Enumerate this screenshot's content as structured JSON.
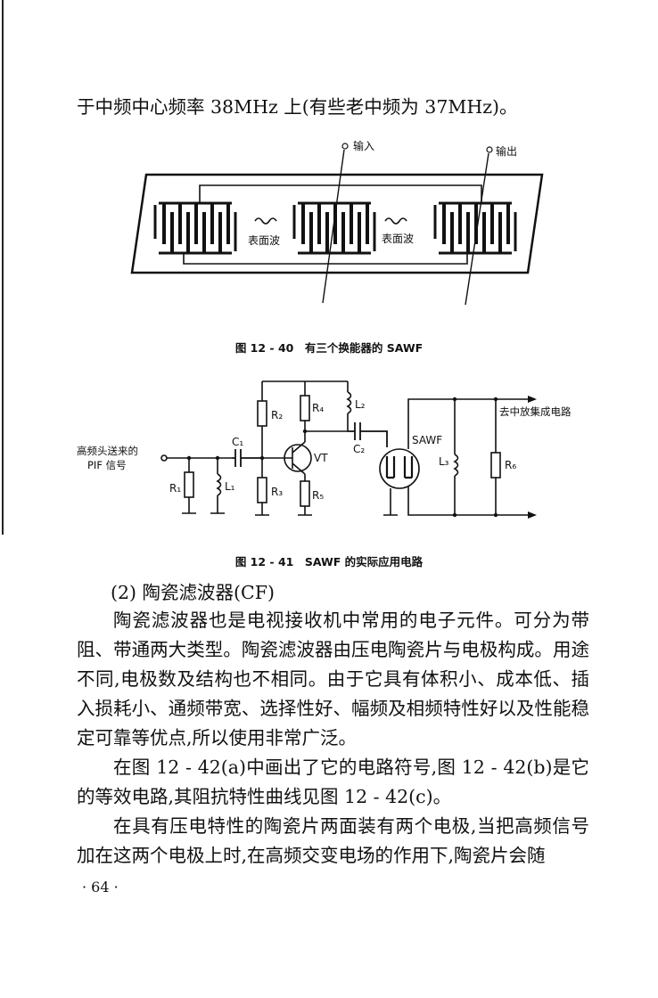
{
  "top_text": "于中频中心频率 38MHz 上(有些老中频为 37MHz)。",
  "fig40": {
    "label_input": "输入",
    "label_output": "输出",
    "label_wave1": "表面波",
    "label_wave2": "表面波",
    "caption": "图 12 - 40　有三个换能器的 SAWF"
  },
  "fig41": {
    "input_label_line1": "高频头送来的",
    "input_label_line2": "PIF 信号",
    "output_label": "去中放集成电路",
    "components": {
      "R1": "R₁",
      "L1": "L₁",
      "C1": "C₁",
      "R2": "R₂",
      "R3": "R₃",
      "R4": "R₄",
      "R5": "R₅",
      "L2": "L₂",
      "C2": "C₂",
      "VT": "VT",
      "SAWF": "SAWF",
      "L3": "L₃",
      "R6": "R₆"
    },
    "caption": "图 12 - 41　SAWF 的实际应用电路"
  },
  "section_heading": "(2) 陶瓷滤波器(CF)",
  "paragraphs": [
    "陶瓷滤波器也是电视接收机中常用的电子元件。可分为带阻、带通两大类型。陶瓷滤波器由压电陶瓷片与电极构成。用途不同,电极数及结构也不相同。由于它具有体积小、成本低、插入损耗小、通频带宽、选择性好、幅频及相频特性好以及性能稳定可靠等优点,所以使用非常广泛。",
    "在图 12 - 42(a)中画出了它的电路符号,图 12 - 42(b)是它的等效电路,其阻抗特性曲线见图 12 - 42(c)。",
    "在具有压电特性的陶瓷片两面装有两个电极,当把高频信号加在这两个电极上时,在高频交变电场的作用下,陶瓷片会随"
  ],
  "page_number": "· 64 ·"
}
